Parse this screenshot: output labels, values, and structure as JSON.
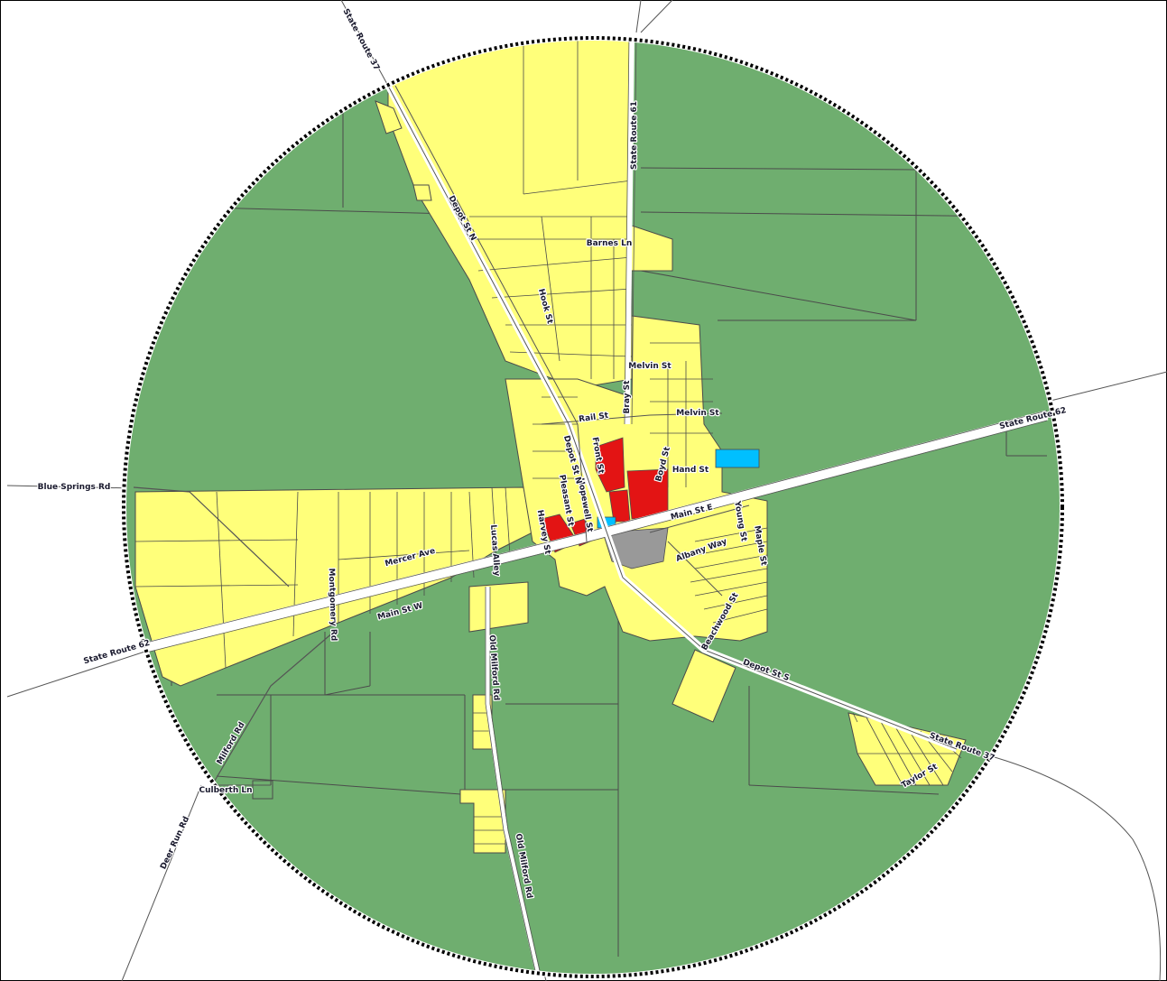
{
  "map": {
    "legend_colors": {
      "agricultural": "#6fae6f",
      "residential": "#ffff7a",
      "commercial": "#e31414",
      "institutional": "#00bfff",
      "public": "#999999",
      "boundary": "#000000"
    },
    "road_labels": {
      "sr37_north": "State Route 37",
      "sr37_south": "State Route 37",
      "sr62_east": "State Route 62",
      "sr62_west": "State Route 62",
      "sr61": "State Route 61",
      "blue_springs": "Blue Springs Rd",
      "depot_st_n": "Depot St N",
      "depot_st_s": "Depot St S",
      "depot_st_n2": "Depot St N",
      "barnes_ln": "Barnes Ln",
      "melvin_st_1": "Melvin St",
      "melvin_st_2": "Melvin St",
      "rail_st": "Rail St",
      "bray_st": "Bray St",
      "hand_st": "Hand St",
      "boyd_st": "Boyd St",
      "main_st_e": "Main St E",
      "main_st_w": "Main St W",
      "mercer_ave": "Mercer Ave",
      "montgomery_rd": "Montgomery Rd",
      "lucas_alley": "Lucas Alley",
      "old_milford_rd_1": "Old Milford Rd",
      "old_milford_rd_2": "Old Milford Rd",
      "milford_rd": "Milford Rd",
      "culberth_ln": "Culberth Ln",
      "deer_run_rd": "Deer Run Rd",
      "taylor_st": "Taylor St",
      "albany_way": "Albany Way",
      "young_st": "Young St",
      "maple_st": "Maple St",
      "beachwood_st": "Beachwood St",
      "hook_st": "Hook St",
      "front_st": "Front St",
      "pleasant_st": "Pleasant St",
      "hopewell_st": "Hopewell St",
      "harvey_st": "Harvey St"
    }
  }
}
